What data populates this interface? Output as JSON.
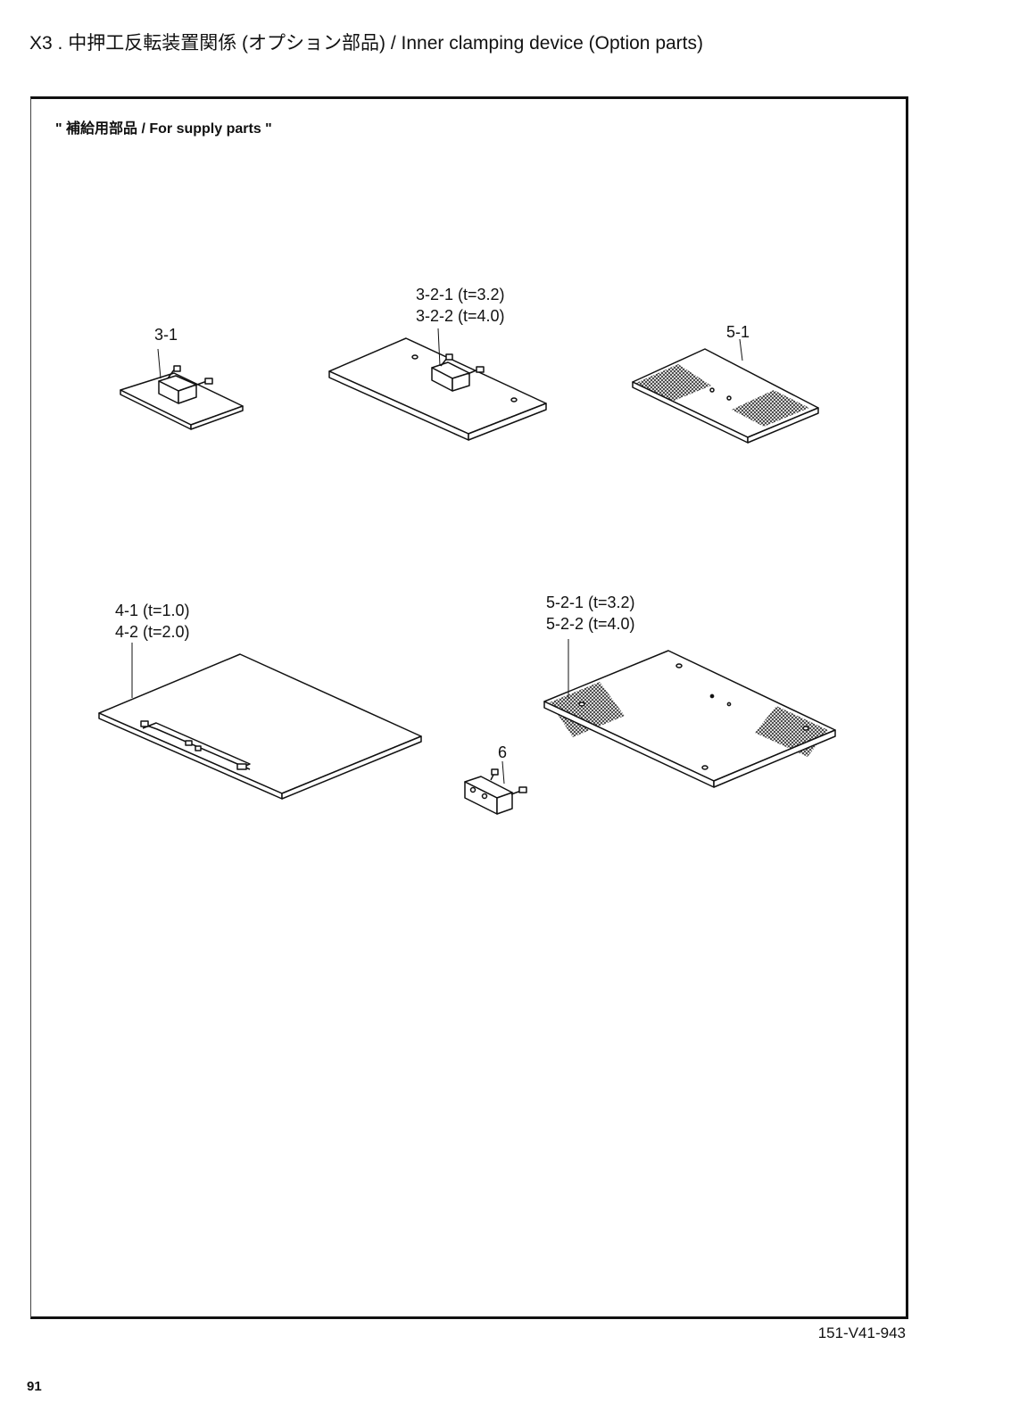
{
  "header": {
    "title": "X3 . 中押工反転装置関係 (オプション部品) / Inner clamping device (Option parts)"
  },
  "diagram": {
    "section_label": "\" 補給用部品 / For supply parts \"",
    "callouts": {
      "p3_1": "3-1",
      "p3_2_1": "3-2-1 (t=3.2)",
      "p3_2_2": "3-2-2 (t=4.0)",
      "p5_1": "5-1",
      "p4_1": "4-1 (t=1.0)",
      "p4_2": "4-2 (t=2.0)",
      "p5_2_1": "5-2-1 (t=3.2)",
      "p5_2_2": "5-2-2 (t=4.0)",
      "p6": "6"
    }
  },
  "footer": {
    "drawing_number": "151-V41-943",
    "page_number": "91"
  },
  "colors": {
    "ink": "#111111",
    "hatch": "#333333"
  }
}
